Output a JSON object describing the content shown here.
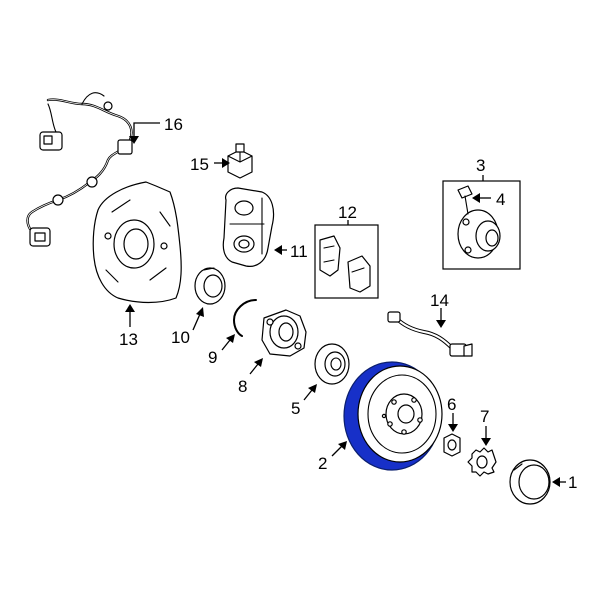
{
  "colors": {
    "highlight": "#1730c8",
    "highlight_dark": "#0b1f6e",
    "line": "#000000",
    "background": "#ffffff"
  },
  "callouts": {
    "1": "1",
    "2": "2",
    "3": "3",
    "4": "4",
    "5": "5",
    "6": "6",
    "7": "7",
    "8": "8",
    "9": "9",
    "10": "10",
    "11": "11",
    "12": "12",
    "13": "13",
    "14": "14",
    "15": "15",
    "16": "16"
  }
}
